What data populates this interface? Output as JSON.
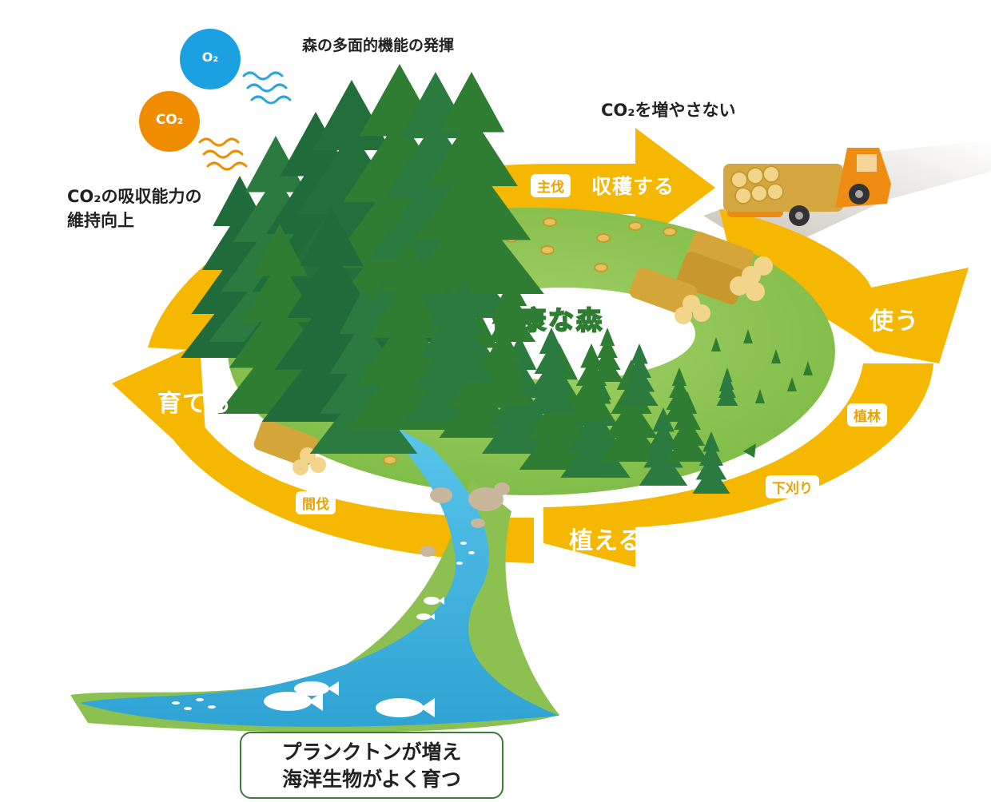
{
  "diagram": {
    "title_top": "森の多面的機能の発揮",
    "co2_not_increase": "CO₂を増やさない",
    "co2_absorb_line1": "CO₂の吸収能力の",
    "co2_absorb_line2": "維持向上",
    "bubbles": {
      "o2": "O₂",
      "co2": "CO₂"
    },
    "cycle": {
      "harvest": "収穫する",
      "harvest_tag": "主伐",
      "use": "使う",
      "plant": "植える",
      "plant_tag_1": "植林",
      "plant_tag_2": "下刈り",
      "grow": "育てる",
      "grow_tag": "間伐"
    },
    "center": "健康な森",
    "callout_line1": "プランクトンが増え",
    "callout_line2": "海洋生物がよく育つ",
    "colors": {
      "ring": "#f5b700",
      "ground": "#8cc152",
      "water": "#3fb6df",
      "tree_dark": "#1f6b3a",
      "o2_bubble": "#1ba1e2",
      "co2_bubble": "#f08c00"
    }
  }
}
